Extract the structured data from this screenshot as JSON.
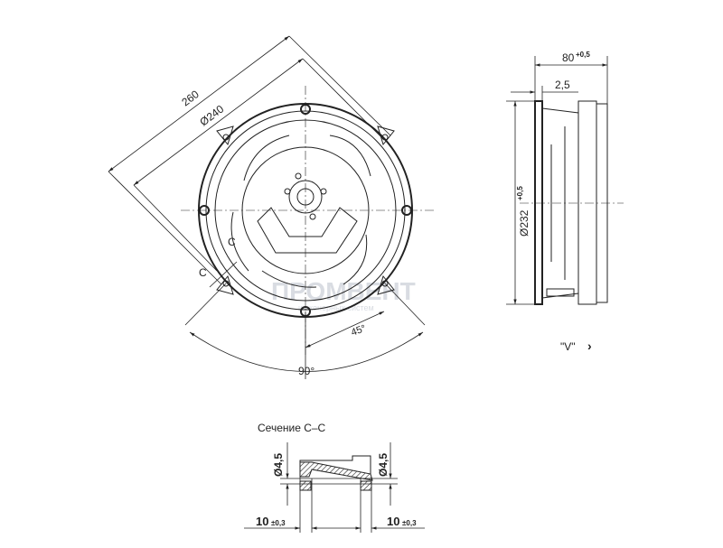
{
  "front_view": {
    "dim_overall": "260",
    "dim_diameter": "Ø240",
    "section_mark_1": "C",
    "section_mark_2": "C",
    "angle_small": "45°",
    "angle_large": "90°"
  },
  "side_view": {
    "dim_depth": "80",
    "dim_depth_tol": "+0,5",
    "dim_flange": "2,5",
    "dim_diameter": "Ø232",
    "dim_diameter_tol": "+0,5",
    "view_label": "\"V\"",
    "view_arrow": "›"
  },
  "section": {
    "title": "Сечение С–С",
    "hole_left": "Ø4,5",
    "hole_right": "Ø4,5",
    "offset_left": "10",
    "offset_left_tol": "±0,3",
    "offset_right": "10",
    "offset_right_tol": "±0,3"
  },
  "watermark": {
    "brand": "ПРОМВЕНТ",
    "tagline": "инженерных систем"
  }
}
